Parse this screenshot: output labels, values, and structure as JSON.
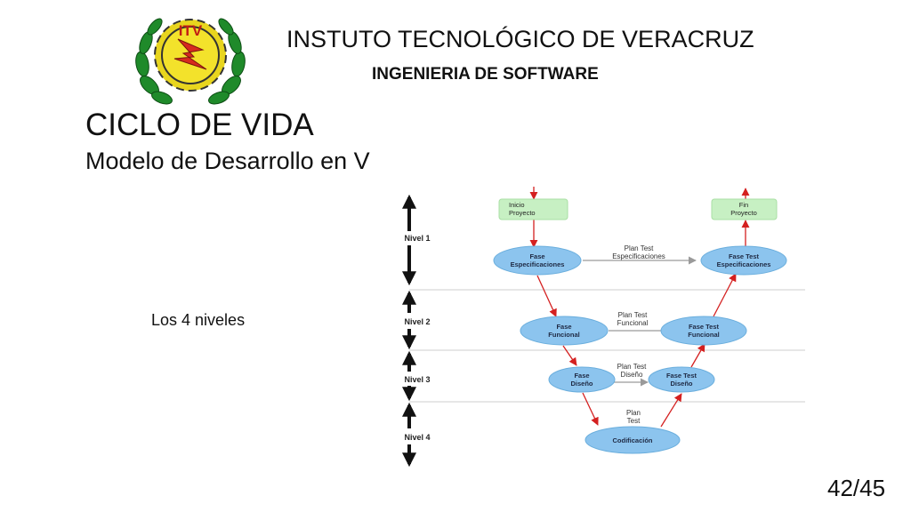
{
  "header": {
    "institution": "INSTUTO TECNOLÓGICO DE VERACRUZ",
    "department": "INGENIERIA DE SOFTWARE"
  },
  "logo": {
    "text": "ITV",
    "icon": "itv-gear-logo"
  },
  "slide": {
    "title": "CICLO DE VIDA",
    "subtitle": "Modelo de Desarrollo en V",
    "note": "Los 4 niveles",
    "page": "42/45"
  },
  "diagram": {
    "levels": [
      "Nivel 1",
      "Nivel 2",
      "Nivel 3",
      "Nivel 4"
    ],
    "start": {
      "l1": "Inicio",
      "l2": "Proyecto"
    },
    "end": {
      "l1": "Fin",
      "l2": "Proyecto"
    },
    "spec": {
      "l1": "Fase",
      "l2": "Especificaciones"
    },
    "test_spec": {
      "l1": "Fase Test",
      "l2": "Especificaciones"
    },
    "func": {
      "l1": "Fase",
      "l2": "Funcional"
    },
    "test_func": {
      "l1": "Fase Test",
      "l2": "Funcional"
    },
    "design": {
      "l1": "Fase",
      "l2": "Diseño"
    },
    "test_design": {
      "l1": "Fase Test",
      "l2": "Diseño"
    },
    "code": "Codificación",
    "plan_spec": {
      "l1": "Plan Test",
      "l2": "Especificaciones"
    },
    "plan_func": {
      "l1": "Plan Test",
      "l2": "Funcional"
    },
    "plan_design": {
      "l1": "Plan Test",
      "l2": "Diseño"
    },
    "plan_code": {
      "l1": "Plan",
      "l2": "Test"
    }
  },
  "colors": {
    "node_fill": "#8cc4ee",
    "node_stroke": "#6aaedd",
    "box_fill": "#c7f0c3",
    "red_arrow": "#d42020",
    "grey_arrow": "#9a9a9a",
    "level_arrow": "#111111"
  }
}
